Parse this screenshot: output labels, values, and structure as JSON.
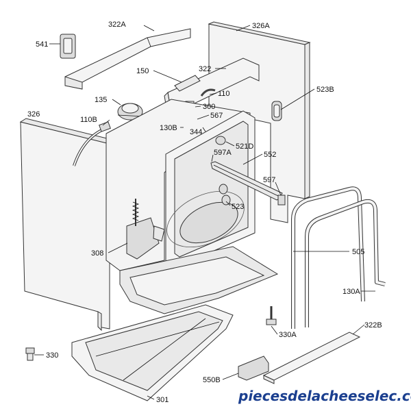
{
  "diagram": {
    "labels": {
      "l541": "541",
      "l322A": "322A",
      "l326A": "326A",
      "l150": "150",
      "l322": "322",
      "l135": "135",
      "l110": "110",
      "l300": "300",
      "l567": "567",
      "l523B": "523B",
      "l326": "326",
      "l110B": "110B",
      "l130B": "130B",
      "l344": "344",
      "l521D": "521D",
      "l597A": "597A",
      "l552": "552",
      "l597": "597",
      "l523": "523",
      "l308": "308",
      "l505": "505",
      "l130A": "130A",
      "l330A": "330A",
      "l322B": "322B",
      "l330": "330",
      "l550B": "550B",
      "l301": "301"
    },
    "watermark": "piecesdelacheeselec.com"
  }
}
